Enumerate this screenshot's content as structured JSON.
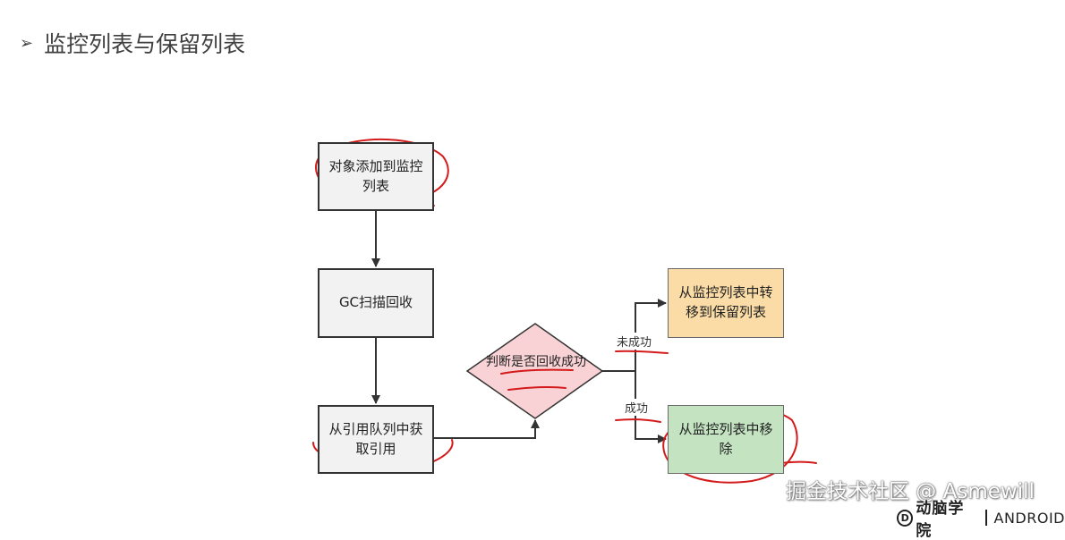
{
  "title": {
    "arrow": "➢",
    "text": "监控列表与保留列表"
  },
  "nodes": {
    "add": "对象添加到监控列表",
    "gc": "GC扫描回收",
    "fetch": "从引用队列中获取引用",
    "decision": "判断是否回收成功",
    "retain": "从监控列表中转移到保留列表",
    "remove": "从监控列表中移除"
  },
  "edges": {
    "fail_label": "未成功",
    "success_label": "成功"
  },
  "colors": {
    "gray_box": "#f2f2f2",
    "orange_box": "#fbdca6",
    "green_box": "#c3e3c1",
    "diamond": "#f9d2d6",
    "annotation": "#d41b1b"
  },
  "watermark": "掘金技术社区 @ Asmewill",
  "brand": {
    "logo": "动脑学院",
    "sub": "ANDROID"
  }
}
